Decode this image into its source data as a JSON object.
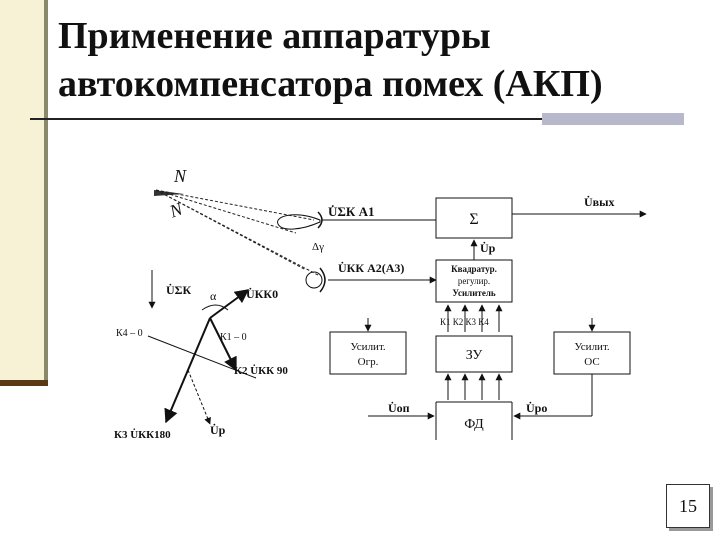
{
  "slide": {
    "title_line1": "Применение аппаратуры",
    "title_line2": "автокомпенсатора помех (АКП)",
    "page_number": "15"
  },
  "diagram": {
    "jammer_labels": [
      "N",
      "N"
    ],
    "antenna_main": "U̇ΣК А1",
    "antenna_aux": "U̇КК А2(А3)",
    "delta_label": "Δγ",
    "sum_block": "Σ",
    "output": "U̇вых",
    "quad_reg": "Квадратур. регулир. Усилитель",
    "up_top": "U̇р",
    "k_labels": "К1 К2 К3 К4",
    "zu_block": "ЗУ",
    "amp_limit": "Усилит. Огр.",
    "amp_os": "Усилит. ОС",
    "fd_block": "ФД",
    "u_op": "U̇оп",
    "u_ro": "U̇ро",
    "vec_sum": "U̇ΣК",
    "vec_kk0": "U̇КК0",
    "alpha": "α",
    "k4": "К4 – 0",
    "k1": "К1 – 0",
    "k2": "К2 U̇КК 90",
    "k3": "К3 U̇КК180",
    "vec_up": "U̇р"
  }
}
